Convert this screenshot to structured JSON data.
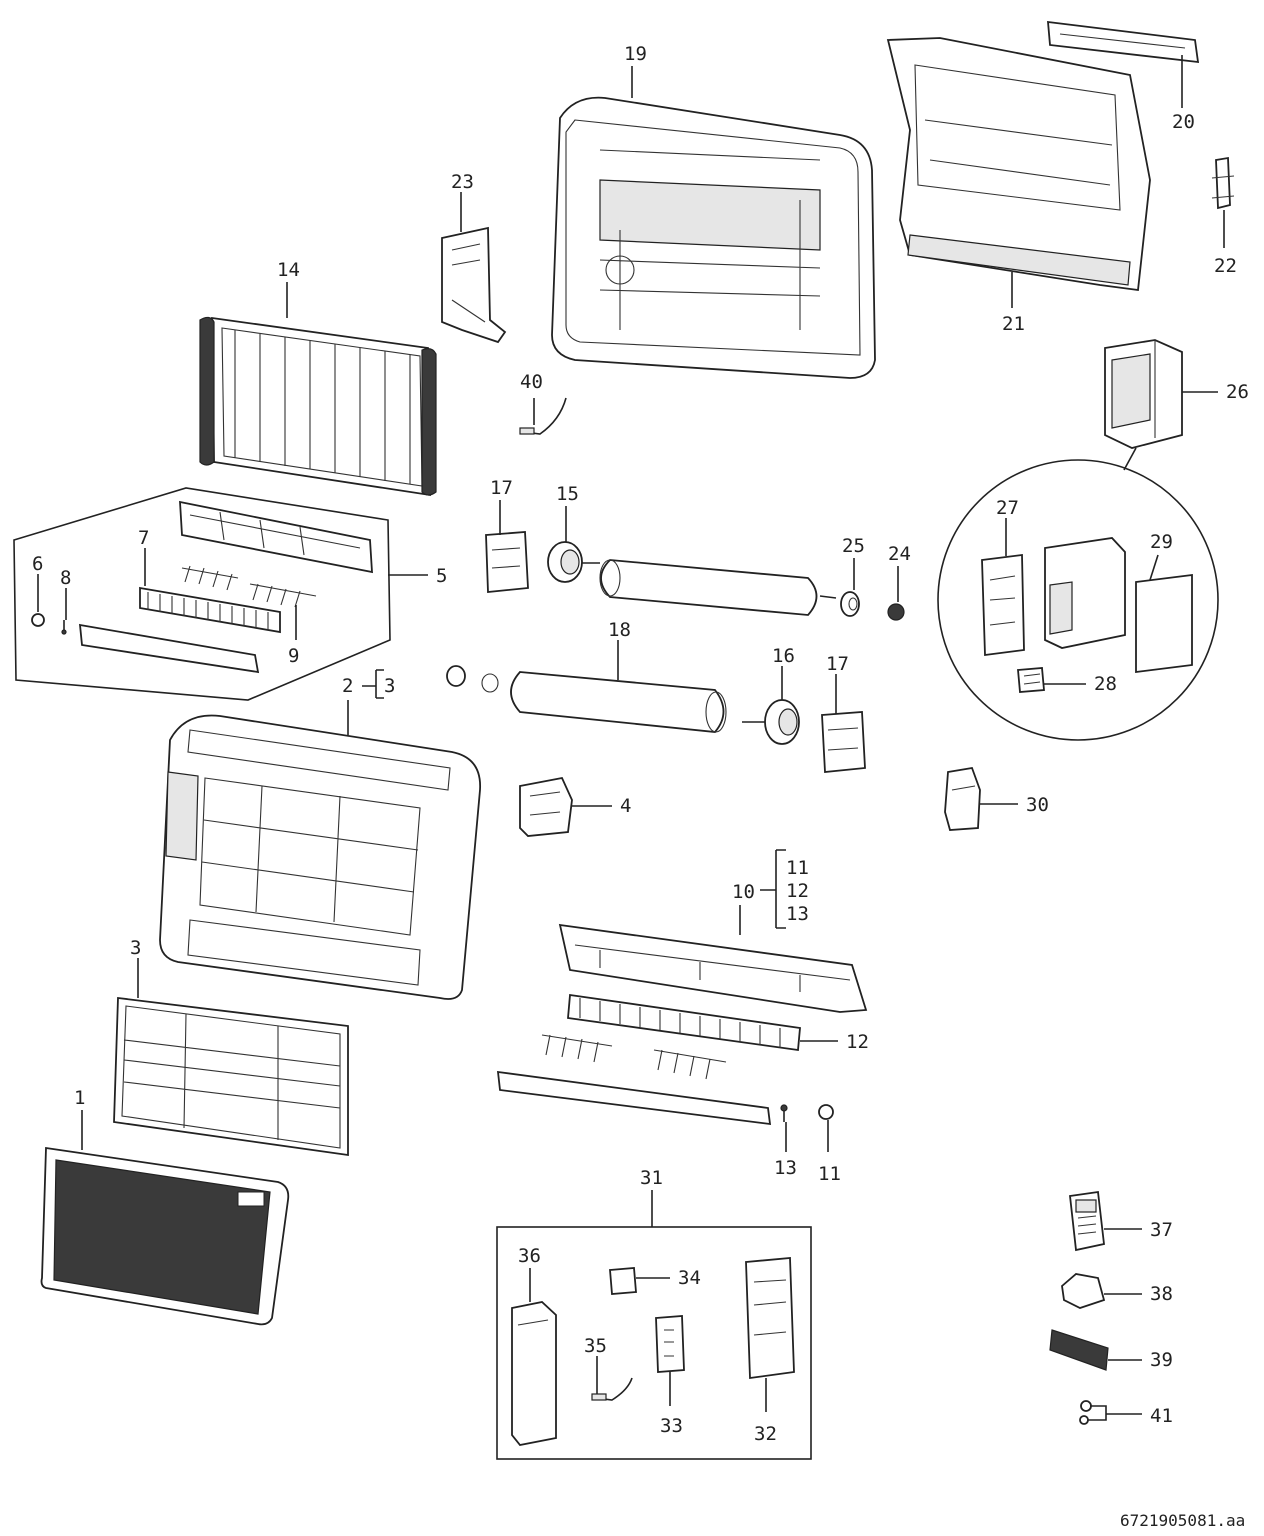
{
  "drawing_id": "6721905081.aa",
  "labels": {
    "l1": "1",
    "l2": "2",
    "l2b": "3",
    "l3": "3",
    "l4": "4",
    "l5": "5",
    "l6": "6",
    "l7": "7",
    "l8": "8",
    "l9": "9",
    "l10": "10",
    "l10a": "11",
    "l10b": "12",
    "l10c": "13",
    "l11": "11",
    "l12": "12",
    "l13": "13",
    "l14": "14",
    "l15": "15",
    "l16": "16",
    "l17a": "17",
    "l17b": "17",
    "l18": "18",
    "l19": "19",
    "l20": "20",
    "l21": "21",
    "l22": "22",
    "l23": "23",
    "l24": "24",
    "l25": "25",
    "l26": "26",
    "l27": "27",
    "l28": "28",
    "l29": "29",
    "l30": "30",
    "l31": "31",
    "l32": "32",
    "l33": "33",
    "l34": "34",
    "l35": "35",
    "l36": "36",
    "l37": "37",
    "l38": "38",
    "l39": "39",
    "l40": "40",
    "l41": "41"
  }
}
